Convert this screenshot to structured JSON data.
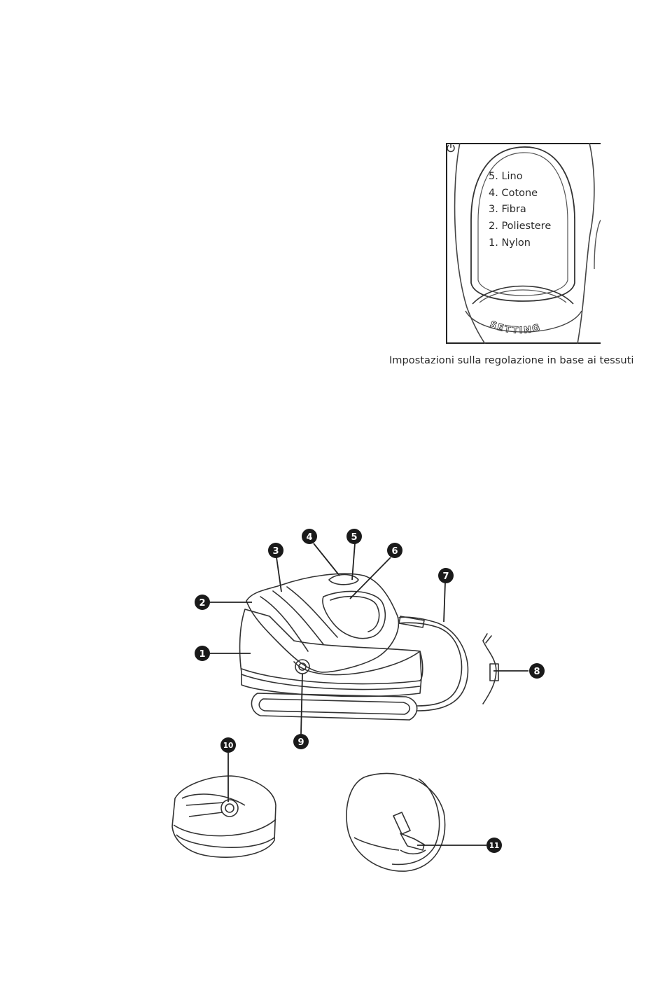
{
  "settings_panel": {
    "fabrics": [
      {
        "label": "5. Lino"
      },
      {
        "label": "4. Cotone"
      },
      {
        "label": "3. Fibra"
      },
      {
        "label": "2. Poliestere"
      },
      {
        "label": "1. Nylon"
      }
    ],
    "power_icon": "power-icon",
    "dial_label": "SETTING"
  },
  "caption": "Impostazioni sulla regolazione in base ai tessuti",
  "callouts": [
    {
      "number": "1"
    },
    {
      "number": "2"
    },
    {
      "number": "3"
    },
    {
      "number": "4"
    },
    {
      "number": "5"
    },
    {
      "number": "6"
    },
    {
      "number": "7"
    },
    {
      "number": "8"
    },
    {
      "number": "9"
    },
    {
      "number": "10"
    },
    {
      "number": "11"
    }
  ]
}
